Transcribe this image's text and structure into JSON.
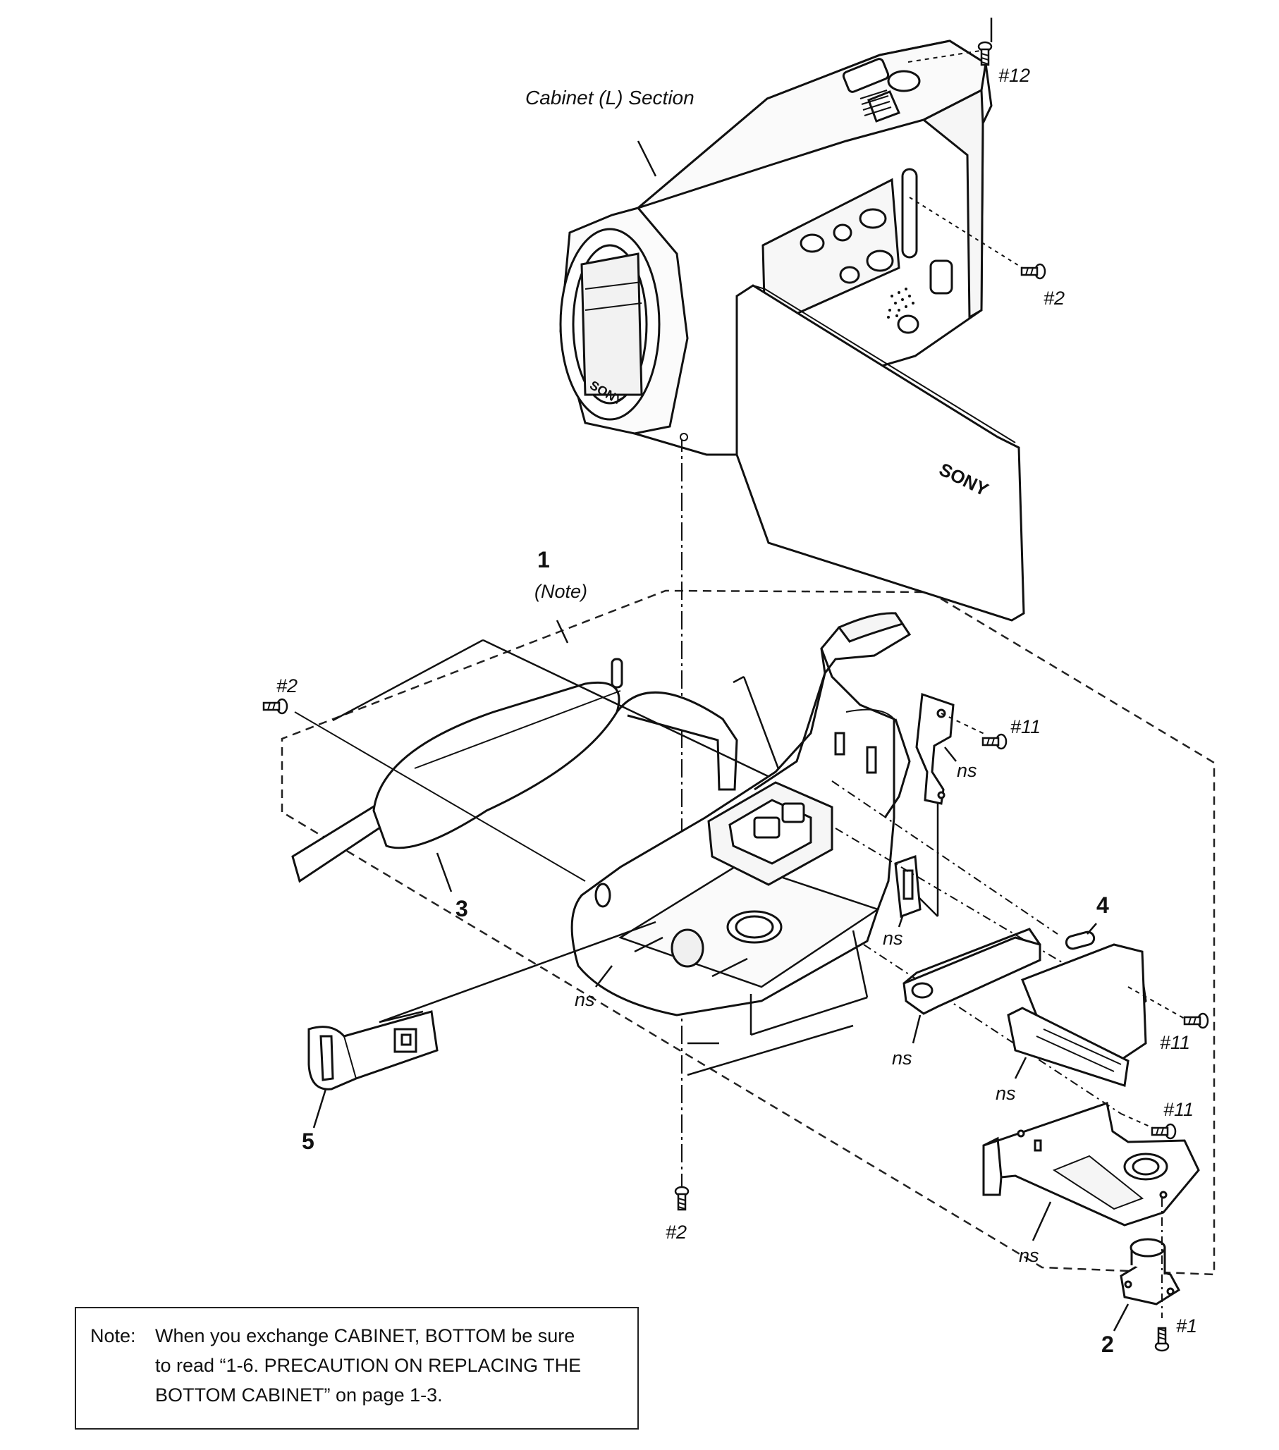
{
  "section_label": "Cabinet (L) Section",
  "callouts": {
    "part_1": "1",
    "part_1_note": "(Note)",
    "part_2": "2",
    "part_3": "3",
    "part_4": "4",
    "part_5": "5",
    "ns": "ns"
  },
  "screws": {
    "s12": "#12",
    "s2": "#2",
    "s11": "#11",
    "s1": "#1"
  },
  "brand": "SONY",
  "note": {
    "prefix": "Note:",
    "line1": "When you exchange CABINET, BOTTOM be sure",
    "line2": "to read “1-6. PRECAUTION ON REPLACING THE",
    "line3": "BOTTOM CABINET” on page 1-3."
  }
}
